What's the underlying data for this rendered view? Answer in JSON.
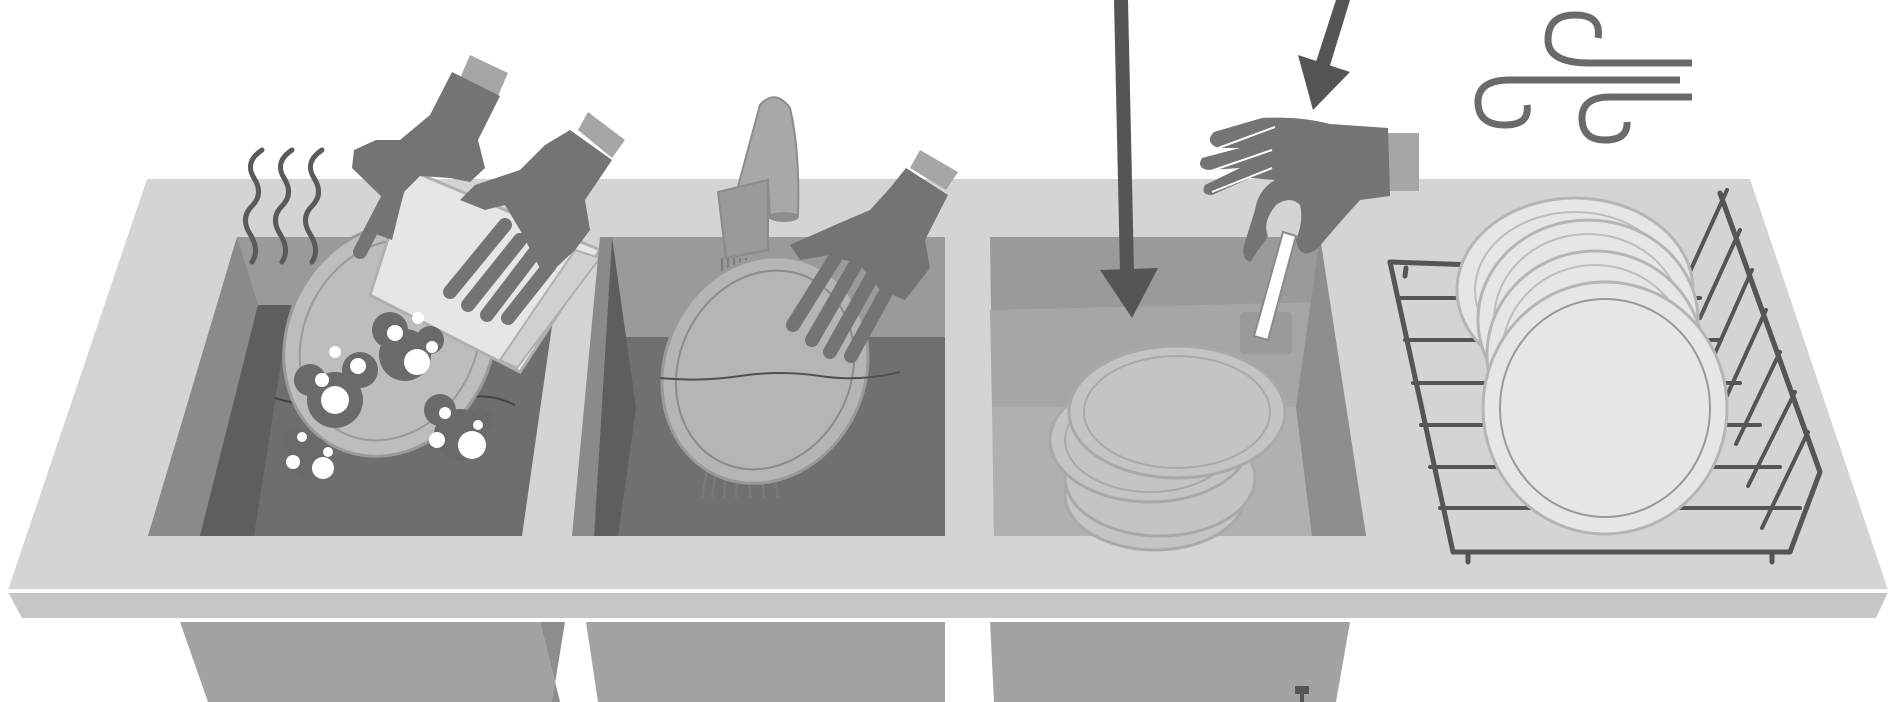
{
  "diagram": {
    "stages": [
      {
        "id": "wash",
        "icon": "sink-wash-icon"
      },
      {
        "id": "rinse",
        "icon": "sink-rinse-icon"
      },
      {
        "id": "sanitize",
        "icon": "sink-sanitize-icon"
      },
      {
        "id": "air-dry",
        "icon": "drying-rack-icon"
      }
    ],
    "colors": {
      "counter": "#d4d4d4",
      "counter_edge": "#bfbfbf",
      "basin_wall": "#a3a3a3",
      "basin_dark": "#7a7a7a",
      "water": "#8c8c8c",
      "hand": "#747474",
      "glove_cuff": "#a6a6a6",
      "plate": "#e6e6e6",
      "plate_rim": "#b5b5b5",
      "rack": "#555555",
      "bubble": "#ffffff"
    }
  }
}
